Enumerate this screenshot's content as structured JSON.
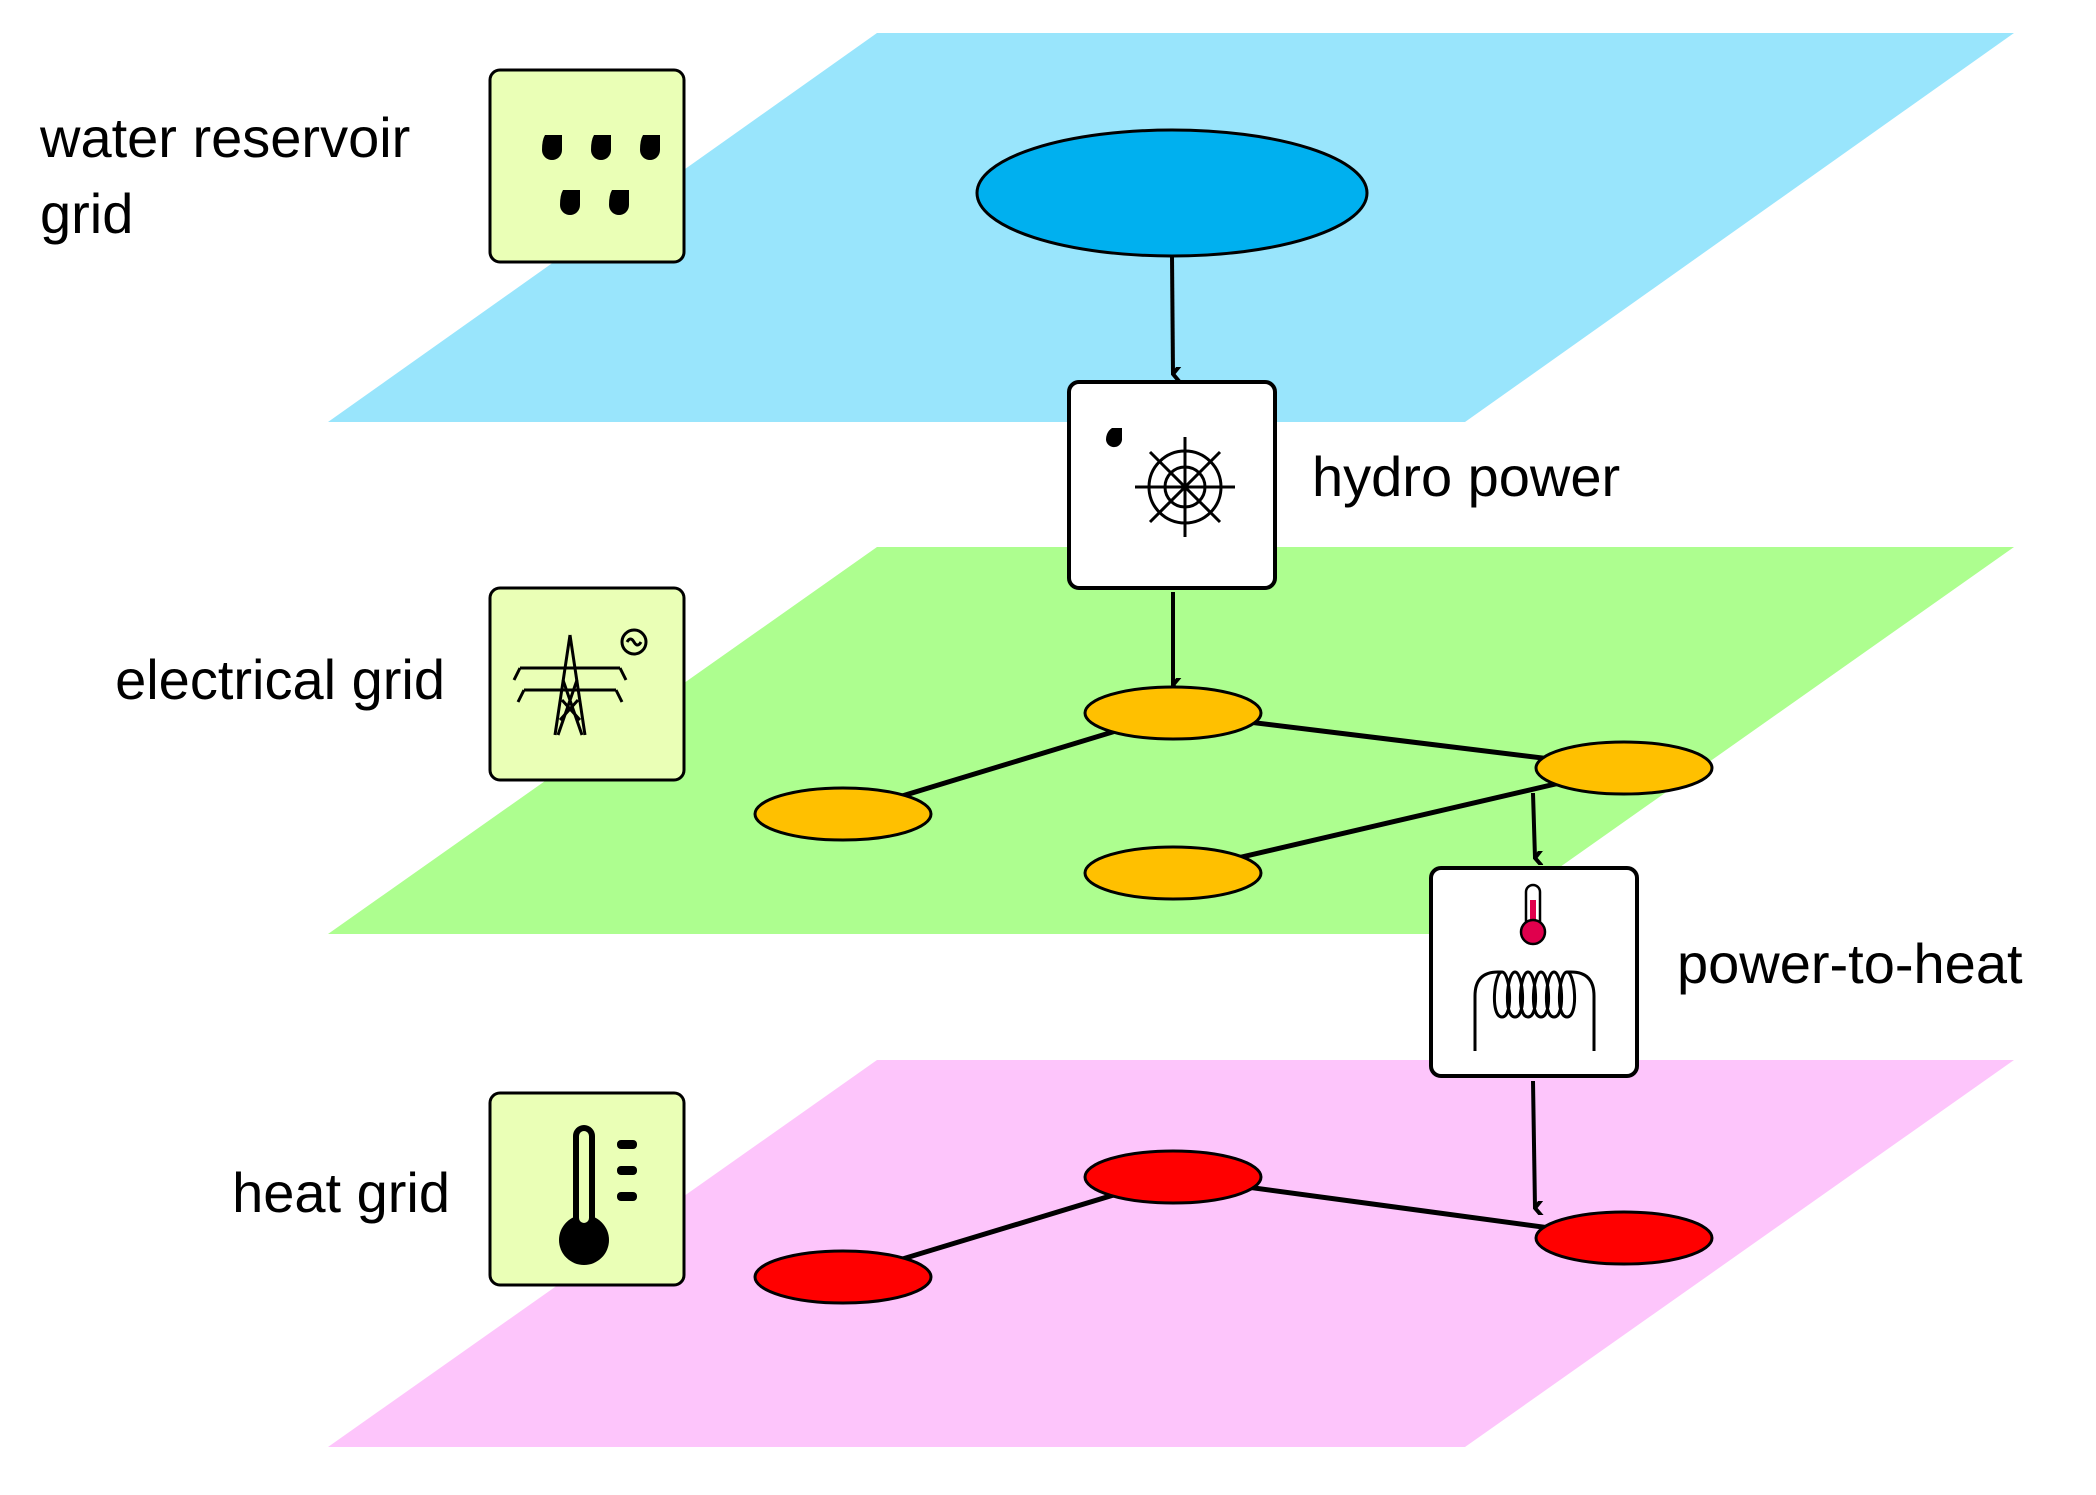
{
  "layers": [
    {
      "id": "water",
      "label_lines": [
        "water reservoir",
        "grid"
      ],
      "icon": "raindrops-icon",
      "color": "#99e5fc"
    },
    {
      "id": "electrical",
      "label_lines": [
        "electrical grid"
      ],
      "icon": "power-pylon-icon",
      "color": "#adfe8f"
    },
    {
      "id": "heat",
      "label_lines": [
        "heat grid"
      ],
      "icon": "thermometer-icon",
      "color": "#fdc5fb"
    }
  ],
  "converters": [
    {
      "id": "hydro",
      "label": "hydro power",
      "icon": "water-turbine-icon"
    },
    {
      "id": "p2h",
      "label": "power-to-heat",
      "icon": "heating-coil-icon"
    }
  ],
  "colors": {
    "reservoir_node": "#00b0ef",
    "electrical_node": "#ffc000",
    "heat_node": "#ff0000",
    "icon_box_fill": "#eaffb6",
    "edge": "#000000"
  }
}
